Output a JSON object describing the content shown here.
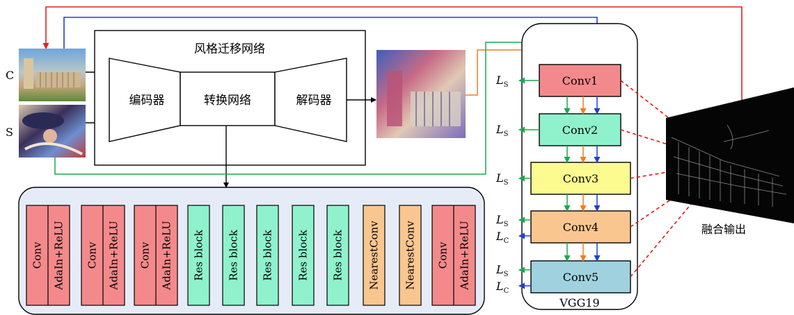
{
  "inputs": {
    "content_label": "C",
    "style_label": "S"
  },
  "transfer_network": {
    "title": "风格迁移网络",
    "encoder": "编码器",
    "transform": "转换网络",
    "decoder": "解码器"
  },
  "blocks": [
    {
      "left": "Conv",
      "right": "AdaIn+ReLU",
      "color": "#f4898b"
    },
    {
      "left": "Conv",
      "right": "AdaIn+ReLU",
      "color": "#f4898b"
    },
    {
      "left": "Conv",
      "right": "AdaIn+ReLU",
      "color": "#f4898b"
    },
    {
      "left": "Res block",
      "color": "#8ff2cc"
    },
    {
      "left": "Res block",
      "color": "#8ff2cc"
    },
    {
      "left": "Res block",
      "color": "#8ff2cc"
    },
    {
      "left": "Res block",
      "color": "#8ff2cc"
    },
    {
      "left": "Res block",
      "color": "#8ff2cc"
    },
    {
      "left": "NearestConv",
      "color": "#f9c690"
    },
    {
      "left": "NearestConv",
      "color": "#f9c690"
    },
    {
      "left": "Conv",
      "right": "AdaIn+ReLU",
      "color": "#f4898b"
    }
  ],
  "vgg": {
    "name": "VGG19",
    "layers": [
      {
        "label": "Conv1",
        "color": "#f4898b"
      },
      {
        "label": "Conv2",
        "color": "#8ff2cc"
      },
      {
        "label": "Conv3",
        "color": "#fbfb90"
      },
      {
        "label": "Conv4",
        "color": "#f9c690"
      },
      {
        "label": "Conv5",
        "color": "#9fd2de"
      }
    ],
    "loss_style": "L",
    "loss_style_sub": "S",
    "loss_content": "L",
    "loss_content_sub": "C"
  },
  "fusion_output": "融合输出",
  "colors": {
    "red_line": "#e02020",
    "blue_line": "#1f3fd0",
    "green_line": "#1aa84e",
    "orange_line": "#ee7d22",
    "dashed_red": "#e01818",
    "bottom_panel": "#e6ecf7"
  }
}
